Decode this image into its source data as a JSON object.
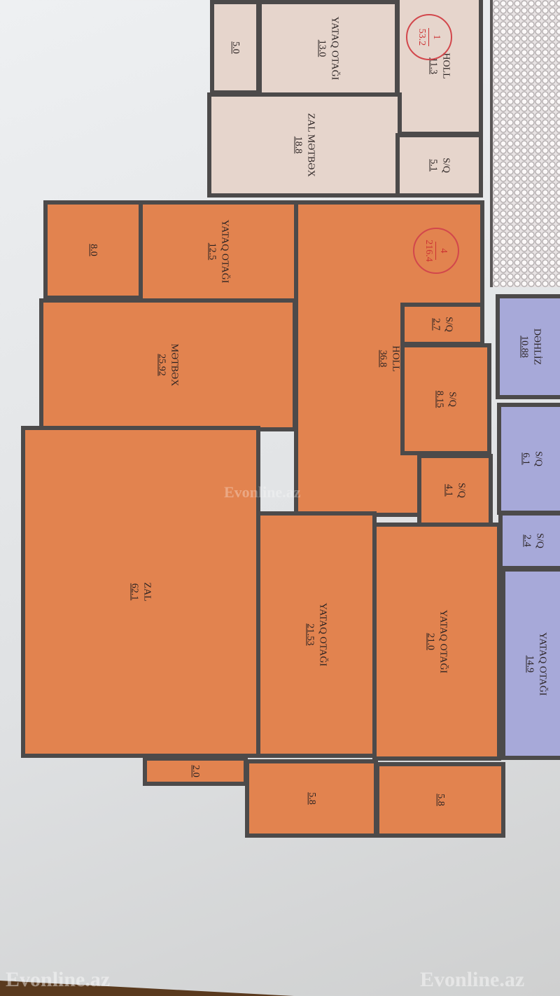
{
  "apartments": [
    {
      "number": "1",
      "total_area": "53.2",
      "color": "#e6d5cc"
    },
    {
      "number": "4",
      "total_area": "216.4",
      "color": "#e2834f"
    }
  ],
  "rooms": [
    {
      "id": "r5-0",
      "cls": "beige",
      "name": "",
      "area": "5.0"
    },
    {
      "id": "bedroom-13",
      "cls": "beige",
      "name": "YATAQ OTAĞI",
      "area": "13.0"
    },
    {
      "id": "hall-11",
      "cls": "beige",
      "name": "HOLL",
      "area": "11.3"
    },
    {
      "id": "living-kitchen-18",
      "cls": "beige",
      "name": "ZAL MƏTBƏX",
      "area": "18.8"
    },
    {
      "id": "bath-5",
      "cls": "beige",
      "name": "S/Q",
      "area": "5.1"
    },
    {
      "id": "r8-0",
      "cls": "orange",
      "name": "",
      "area": "8.0"
    },
    {
      "id": "bedroom-12",
      "cls": "orange",
      "name": "YATAQ OTAĞI",
      "area": "12.5"
    },
    {
      "id": "hall-36",
      "cls": "orange",
      "name": "HOLL",
      "area": "36.8"
    },
    {
      "id": "bath-2-7",
      "cls": "orange",
      "name": "S/Q",
      "area": "2.7"
    },
    {
      "id": "bath-8",
      "cls": "orange",
      "name": "S/Q",
      "area": "8.15"
    },
    {
      "id": "kitchen-25",
      "cls": "orange",
      "name": "MƏTBƏX",
      "area": "25.92"
    },
    {
      "id": "living-62",
      "cls": "orange",
      "name": "ZAL",
      "area": "62.1"
    },
    {
      "id": "bath-4",
      "cls": "orange",
      "name": "S/Q",
      "area": "4.1"
    },
    {
      "id": "bedroom-21-53",
      "cls": "orange",
      "name": "YATAQ OTAĞI",
      "area": "21.53"
    },
    {
      "id": "bedroom-21-0",
      "cls": "orange",
      "name": "YATAQ OTAĞI",
      "area": "21.0"
    },
    {
      "id": "balcony-2",
      "cls": "orange",
      "name": "",
      "area": "2.0"
    },
    {
      "id": "balcony-5-8a",
      "cls": "orange",
      "name": "",
      "area": "5.8"
    },
    {
      "id": "balcony-5-8b",
      "cls": "orange",
      "name": "",
      "area": "5.8"
    },
    {
      "id": "corridor-10",
      "cls": "blue",
      "name": "DƏHLİZ",
      "area": "10.88"
    },
    {
      "id": "bath-6",
      "cls": "blue",
      "name": "S/Q",
      "area": "6.1"
    },
    {
      "id": "bath-2-4",
      "cls": "blue",
      "name": "S/Q",
      "area": "2.4"
    },
    {
      "id": "bedroom-blue",
      "cls": "blue",
      "name": "YATAQ OTAĞI",
      "area": "14.9"
    }
  ],
  "watermarks": [
    "Evonline.az",
    "Evonline.az",
    "Evonline.az"
  ]
}
